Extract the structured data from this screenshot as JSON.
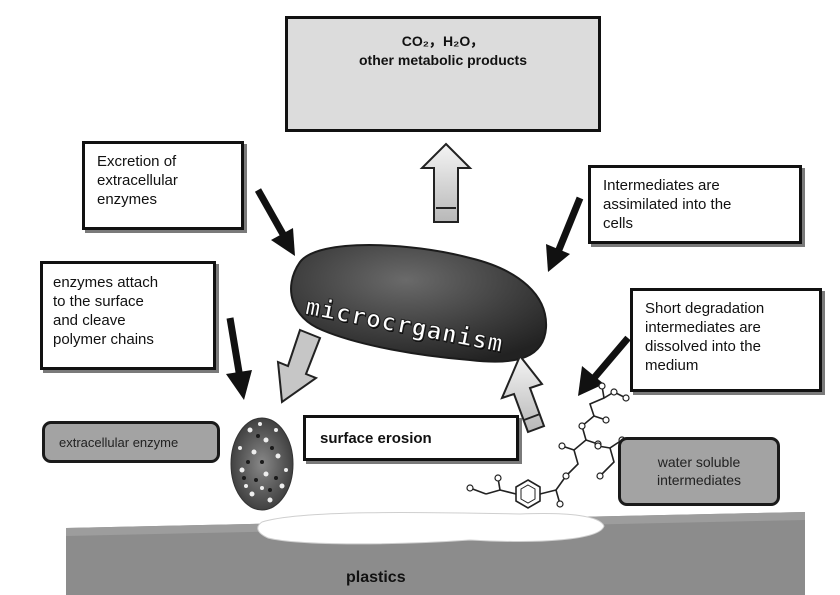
{
  "products_box": {
    "line1": "CO₂，H₂O，",
    "line2": "other metabolic products"
  },
  "excretion_box": [
    "Excretion of",
    "extracellular",
    "enzymes"
  ],
  "assimilated_box": [
    "Intermediates are",
    "assimilated into the",
    "cells"
  ],
  "attach_box": [
    "enzymes attach",
    "to the surface",
    "and cleave",
    "polymer chains"
  ],
  "short_degradation_box": [
    "Short degradation",
    "intermediates are",
    "dissolved into the",
    "medium"
  ],
  "microorganism_label": "microcrganism",
  "enzyme_label": "extracellular enzyme",
  "erosion_label": "surface erosion",
  "water_soluble_label": [
    "water soluble",
    "intermediates"
  ],
  "plastics_label": "plastics",
  "colors": {
    "microorganism_body": "#3e3e3e",
    "plastic_slab": "#8c8c8c",
    "label_fill": "#a3a3a3",
    "top_box_fill": "#dcdcdc"
  }
}
